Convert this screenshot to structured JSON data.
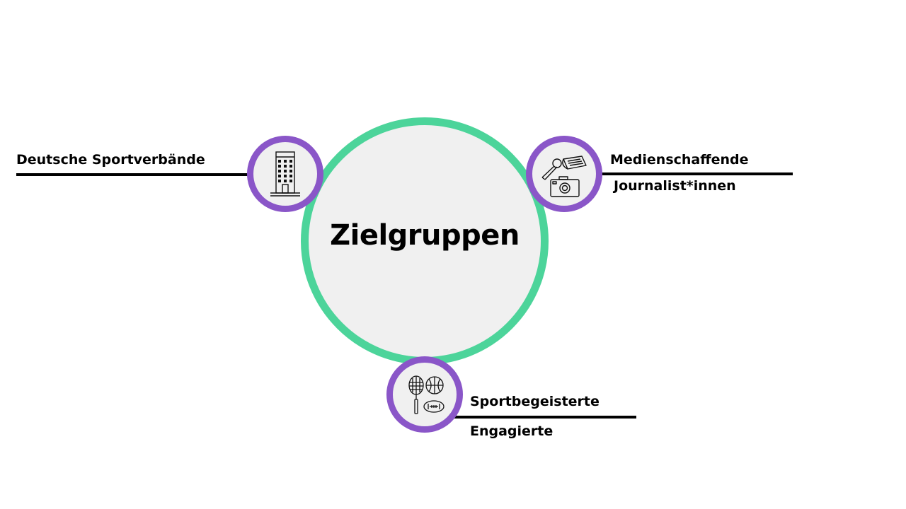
{
  "diagram": {
    "center": {
      "title": "Zielgruppen"
    },
    "groups": [
      {
        "labels": [
          "Deutsche Sportverbände"
        ],
        "icon": "office-building-icon"
      },
      {
        "labels": [
          "Medienschaffende",
          "Journalist*innen"
        ],
        "icon": "press-media-icon"
      },
      {
        "labels": [
          "Sportbegeisterte",
          "Engagierte"
        ],
        "icon": "sports-equipment-icon"
      }
    ],
    "colors": {
      "center_ring": "#4cd49a",
      "node_ring": "#8a56c8",
      "fill": "#f0f0f0",
      "text": "#000000"
    }
  }
}
